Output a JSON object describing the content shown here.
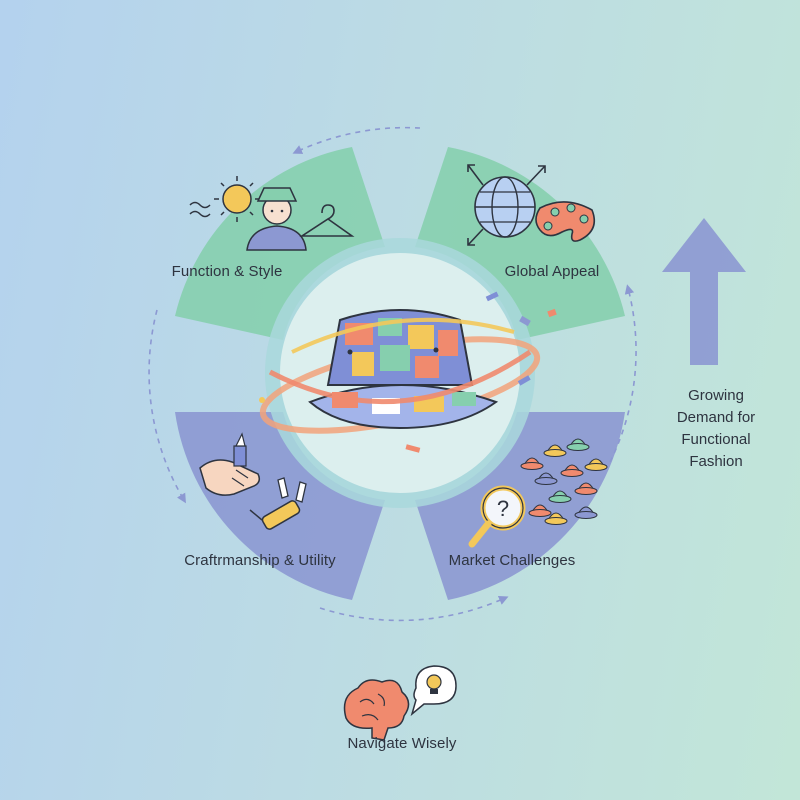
{
  "segments": [
    {
      "id": "function-style",
      "label": "Function & Style",
      "color": "#86cfae"
    },
    {
      "id": "global-appeal",
      "label": "Global Appeal",
      "color": "#86cfae"
    },
    {
      "id": "craftsmanship-utility",
      "label": "Craftrmanship & Utility",
      "color": "#8c98d2"
    },
    {
      "id": "market-challenges",
      "label": "Market Challenges",
      "color": "#8c98d2"
    }
  ],
  "trend": {
    "lines": [
      "Growing",
      "Demand for",
      "Functional",
      "Fashion"
    ],
    "color": "#8c98d2"
  },
  "footer": {
    "label": "Navigate Wisely"
  },
  "colors": {
    "accent_green": "#86cfae",
    "accent_purple": "#8c98d2",
    "text": "#2e3440"
  },
  "icons": [
    "sun-icon",
    "person-with-hat-icon",
    "hanger-icon",
    "globe-icon",
    "palette-icon",
    "bucket-hat-icon",
    "handshake-icon",
    "multitool-icon",
    "magnifier-icon",
    "hat-grid-icon",
    "brain-icon",
    "lightbulb-icon",
    "up-arrow-icon"
  ]
}
